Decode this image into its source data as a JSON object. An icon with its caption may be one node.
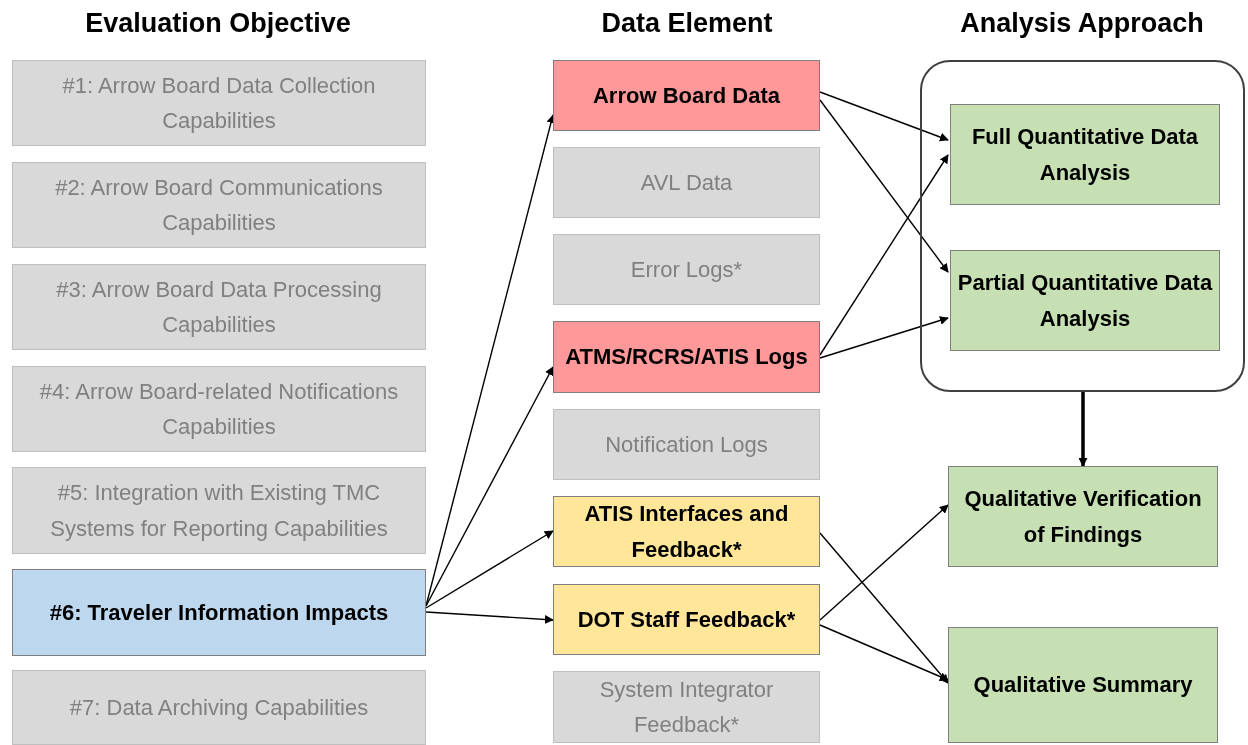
{
  "diagram": {
    "nodes": [
      {
        "text": [
          "#1: Arrow Board Data Collection Capabilities"
        ]
      },
      {
        "text": [
          "#2: Arrow Board Communications Capabilities"
        ]
      },
      {
        "text": [
          "#3: Arrow Board Data Processing Capabilities"
        ]
      },
      {
        "text": [
          "#4: Arrow Board-related Notifications Capabilities"
        ]
      },
      {
        "text": [
          "#5: Integration with Existing TMC Systems for Reporting Capabilities"
        ]
      },
      {
        "text": [
          "#6: Traveler Information Impacts"
        ]
      },
      {
        "text": [
          "#7: Data Archiving Capabilities"
        ]
      },
      {
        "text": [
          "Arrow Board Data"
        ]
      },
      {
        "text": [
          "AVL Data"
        ]
      },
      {
        "text": [
          "Error Logs*"
        ]
      },
      {
        "text": [
          "ATMS/RCRS/ATIS Logs"
        ]
      },
      {
        "text": [
          "Notification Logs"
        ]
      },
      {
        "text": [
          "ATIS Interfaces and Feedback*"
        ]
      },
      {
        "text": [
          "DOT Staff Feedback*"
        ]
      },
      {
        "text": [
          "System Integrator Feedback*"
        ]
      },
      {
        "text": [],
        "shape": "box"
      },
      {
        "text": [
          "Full Quantitative Data Analysis"
        ],
        "in": 15
      },
      {
        "text": [
          "Partial Quantitative Data Analysis"
        ],
        "in": 15
      },
      {
        "text": [
          "Qualitative Verification of Findings"
        ]
      },
      {
        "text": [
          "Qualitative Summary"
        ]
      }
    ],
    "edges": [
      {
        "from": 5,
        "to": 7,
        "arrow": "to"
      },
      {
        "from": 5,
        "to": 10,
        "arrow": "to"
      },
      {
        "from": 5,
        "to": 12,
        "arrow": "to"
      },
      {
        "from": 5,
        "to": 13,
        "arrow": "to"
      },
      {
        "from": 7,
        "to": 16,
        "arrow": "to"
      },
      {
        "from": 7,
        "to": 17,
        "arrow": "to"
      },
      {
        "from": 10,
        "to": 16,
        "arrow": "to"
      },
      {
        "from": 10,
        "to": 17,
        "arrow": "to"
      },
      {
        "from": 12,
        "to": 19,
        "arrow": "to"
      },
      {
        "from": 13,
        "to": 18,
        "arrow": "to"
      },
      {
        "from": 13,
        "to": 19,
        "arrow": "to"
      },
      {
        "from": 15,
        "to": 18,
        "arrow": "to",
        "style": "thick"
      }
    ],
    "labels": [
      "Evaluation Objective",
      "Data Element",
      "Analysis Approach"
    ]
  }
}
